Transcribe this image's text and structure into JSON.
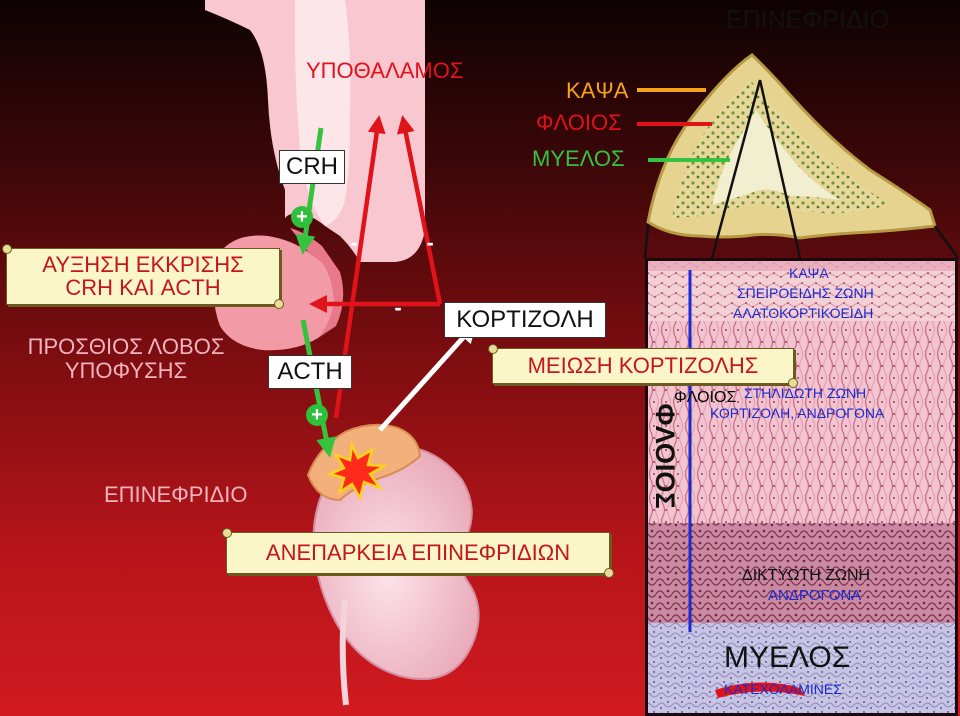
{
  "labels": {
    "hypothalamus": "ΥΠΟΘΑΛΑΜΟΣ",
    "crh": "CRH",
    "acth": "ACTH",
    "pituitary_line1": "ΠΡΟΣΘΙΟΣ ΛΟΒΟΣ",
    "pituitary_line2": "ΥΠΟΦΥΣΗΣ",
    "adrenal_left": "ΕΠΙΝΕΦΡΙΔΙΟ",
    "adrenal_title": "ΕΠΙΝΕΦΡΙΔΙΟ",
    "capsule": "ΚΑΨΑ",
    "cortex": "ΦΛΟΙΟΣ",
    "medulla": "ΜΥΕΛΟΣ",
    "cortisol": "ΚΟΡΤΙΖΟΛΗ",
    "cortex_vertical": "ΦΛΟΙΟΣ"
  },
  "callouts": {
    "increase_line1": "ΑΥΞΗΣΗ ΕΚΚΡΙΣΗΣ",
    "increase_line2": "CRH ΚΑΙ ACTH",
    "decrease": "ΜΕΙΩΣΗ ΚΟΡΤΙΖΟΛΗΣ",
    "insufficiency": "ΑΝΕΠΑΡΚΕΙΑ ΕΠΙΝΕΦΡΙΔΙΩΝ"
  },
  "signs": {
    "plus": "+",
    "minus": "-"
  },
  "zones": {
    "capsule": "ΚΑΨΑ",
    "glomerulosa_name": "ΣΠΕΙΡΟΕΙΔΗΣ ΖΩΝΗ",
    "glomerulosa_product": "ΑΛΑΤΟΚΟΡΤΙΚΟΕΙΔΗ",
    "fasciculata_name": "ΣΤΗΛΙΔΩΤΗ ΖΩΝΗ",
    "fasciculata_product": "ΚΟΡΤΙΖΟΛΗ, ΑΝΔΡΟΓΟΝΑ",
    "reticularis_name": "ΔΙΚΤΥΩΤΗ ΖΩΝΗ",
    "reticularis_product": "ΑΝΔΡΟΓΟΝΑ",
    "medulla_name": "ΜΥΕΛΟΣ",
    "medulla_product": "ΚΑΤΕΧΟΛΑΜΙΝΕΣ"
  },
  "colors": {
    "stimulate_arrow": "#35c23f",
    "inhibit_arrow": "#e0121a",
    "cortisol_arrow": "#ffffff",
    "zone_text": "#1b2bd0",
    "label_red": "#e0121a",
    "capsule_line": "#f6a21a",
    "cortex_line": "#e0121a",
    "medulla_line": "#35c23f"
  }
}
